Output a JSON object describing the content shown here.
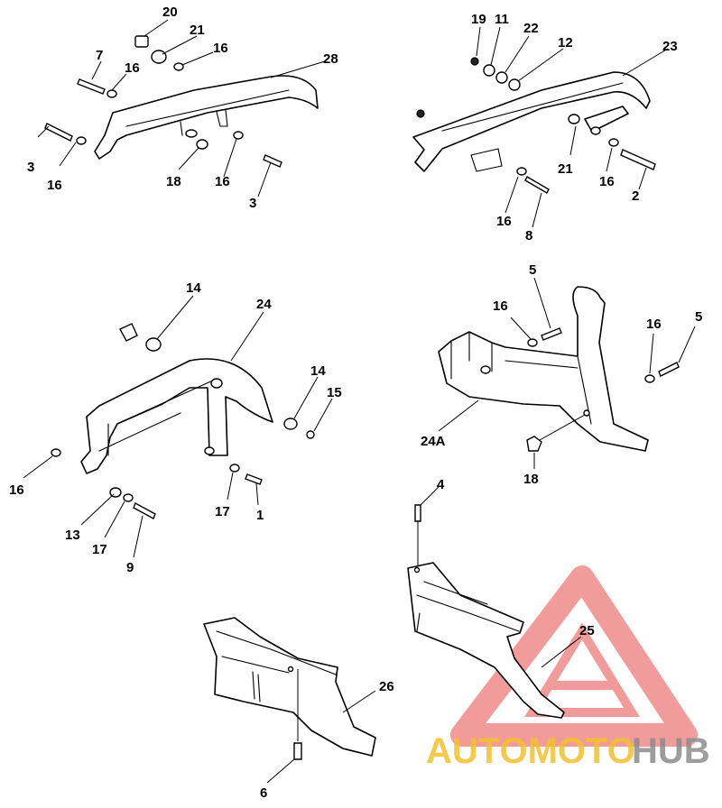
{
  "callouts": [
    {
      "id": "c20a",
      "text": "20"
    },
    {
      "id": "c21a",
      "text": "21"
    },
    {
      "id": "c16a",
      "text": "16"
    },
    {
      "id": "c7",
      "text": "7"
    },
    {
      "id": "c16b",
      "text": "16"
    },
    {
      "id": "c28",
      "text": "28"
    },
    {
      "id": "c3a",
      "text": "3"
    },
    {
      "id": "c16c",
      "text": "16"
    },
    {
      "id": "c18a",
      "text": "18"
    },
    {
      "id": "c16d",
      "text": "16"
    },
    {
      "id": "c3b",
      "text": "3"
    },
    {
      "id": "c19",
      "text": "19"
    },
    {
      "id": "c11",
      "text": "11"
    },
    {
      "id": "c22",
      "text": "22"
    },
    {
      "id": "c12",
      "text": "12"
    },
    {
      "id": "c23",
      "text": "23"
    },
    {
      "id": "c21b",
      "text": "21"
    },
    {
      "id": "c16e",
      "text": "16"
    },
    {
      "id": "c2",
      "text": "2"
    },
    {
      "id": "c16f",
      "text": "16"
    },
    {
      "id": "c8",
      "text": "8"
    },
    {
      "id": "c14a",
      "text": "14"
    },
    {
      "id": "c24",
      "text": "24"
    },
    {
      "id": "c14b",
      "text": "14"
    },
    {
      "id": "c15",
      "text": "15"
    },
    {
      "id": "c16g",
      "text": "16"
    },
    {
      "id": "c17a",
      "text": "17"
    },
    {
      "id": "c1",
      "text": "1"
    },
    {
      "id": "c13",
      "text": "13"
    },
    {
      "id": "c17b",
      "text": "17"
    },
    {
      "id": "c9",
      "text": "9"
    },
    {
      "id": "c5a",
      "text": "5"
    },
    {
      "id": "c16h",
      "text": "16"
    },
    {
      "id": "c16i",
      "text": "16"
    },
    {
      "id": "c5b",
      "text": "5"
    },
    {
      "id": "c24A",
      "text": "24A"
    },
    {
      "id": "c18b",
      "text": "18"
    },
    {
      "id": "c4",
      "text": "4"
    },
    {
      "id": "c25",
      "text": "25"
    },
    {
      "id": "c26",
      "text": "26"
    },
    {
      "id": "c6",
      "text": "6"
    }
  ],
  "watermark": {
    "text_primary": "AUTOMOTO",
    "text_secondary": "HUB",
    "logo_letter": "A",
    "color_red": "#e84a4a",
    "color_yellow": "#f2c12e",
    "color_gray": "#8c8c8c"
  }
}
